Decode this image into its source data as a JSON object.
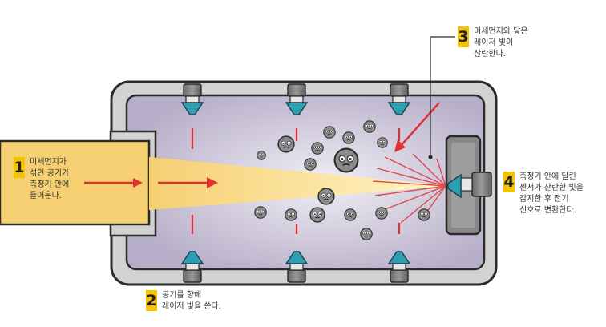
{
  "steps": [
    {
      "number": "1",
      "lines": [
        "미세먼지가",
        "섞인 공기가",
        "측정기 안에",
        "들어온다."
      ]
    },
    {
      "number": "2",
      "lines": [
        "공기를 향해",
        "레이저 빛을 쏜다."
      ]
    },
    {
      "number": "3",
      "lines": [
        "미세먼지와 닿은",
        "레이저 빛이",
        "산란한다."
      ]
    },
    {
      "number": "4",
      "lines": [
        "측정기 안에 달린",
        "센서가 산란한 빛을",
        "감지한 후 전기",
        "신호로 변환한다."
      ]
    }
  ],
  "colors": {
    "housing": "#d4d4d4",
    "chamber": "#bfb8cf",
    "airflow": "#f6cf72",
    "beam": "#f8e38c",
    "laser": "#e03131",
    "nozzle": "#2d9fb3",
    "badge": "#f5c400"
  },
  "icons": {
    "particle": "dust-particle-icon",
    "laser_emitter": "laser-emitter-icon",
    "sensor": "light-sensor-icon"
  }
}
